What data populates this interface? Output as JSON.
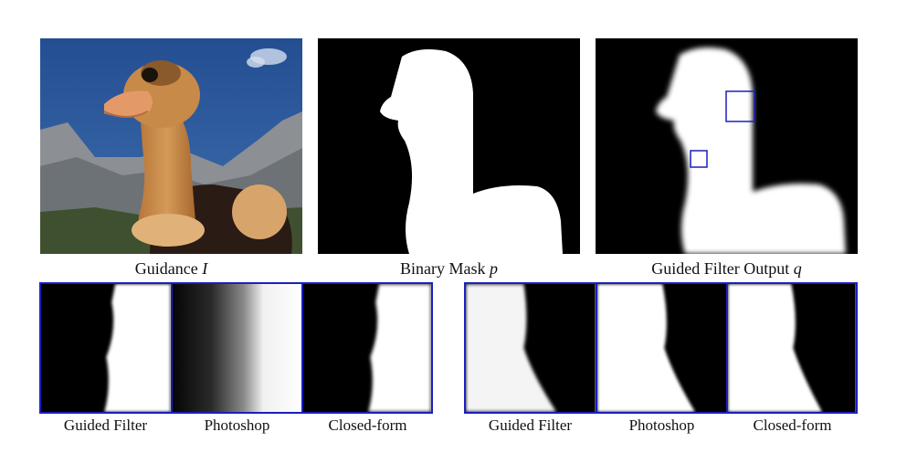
{
  "top_row": {
    "guidance": {
      "label": "Guidance ",
      "symbol": "I"
    },
    "mask": {
      "label": "Binary Mask ",
      "symbol": "p"
    },
    "output": {
      "label": "Guided Filter Output ",
      "symbol": "q"
    }
  },
  "bottom_left": {
    "labels": [
      "Guided Filter",
      "Photoshop",
      "Closed-form"
    ]
  },
  "bottom_right": {
    "labels": [
      "Guided Filter",
      "Photoshop",
      "Closed-form"
    ]
  },
  "colors": {
    "frame": "#1b1fbf",
    "sky": "#2f5a9a",
    "fur": "#c98a45"
  }
}
